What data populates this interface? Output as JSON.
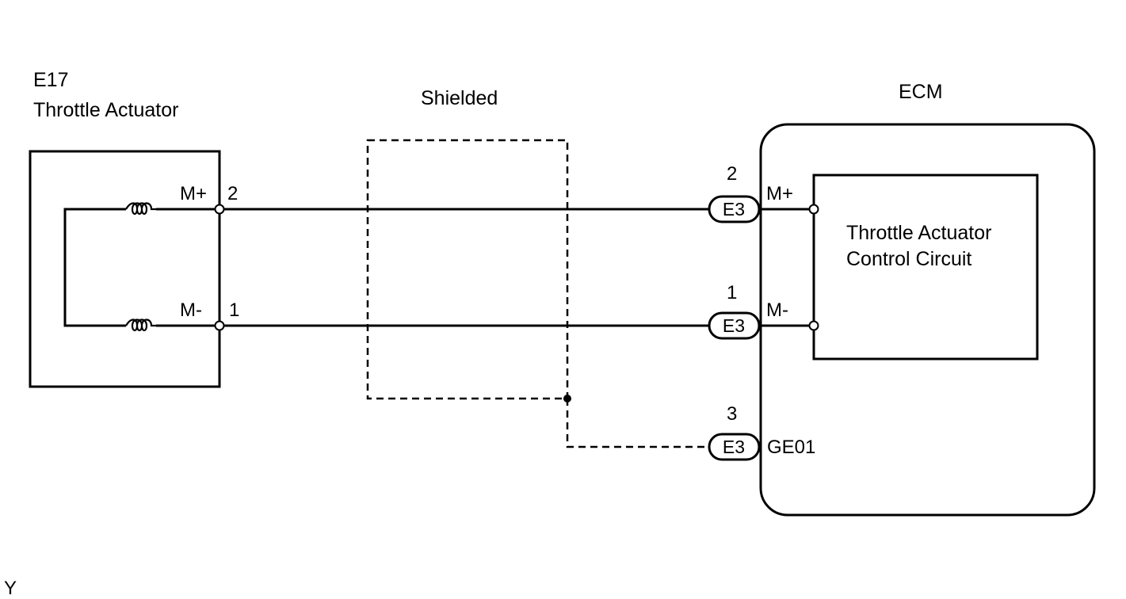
{
  "actuator": {
    "code": "E17",
    "name": "Throttle Actuator",
    "pins": [
      {
        "signal": "M+",
        "number": "2"
      },
      {
        "signal": "M-",
        "number": "1"
      }
    ]
  },
  "shield": {
    "label": "Shielded"
  },
  "ecm": {
    "title": "ECM",
    "circuit_line1": "Throttle Actuator",
    "circuit_line2": "Control Circuit",
    "connectors": [
      {
        "name": "E3",
        "pin": "2",
        "signal": "M+"
      },
      {
        "name": "E3",
        "pin": "1",
        "signal": "M-"
      },
      {
        "name": "E3",
        "pin": "3",
        "signal": "GE01"
      }
    ]
  },
  "footer": {
    "mark": "Y"
  }
}
